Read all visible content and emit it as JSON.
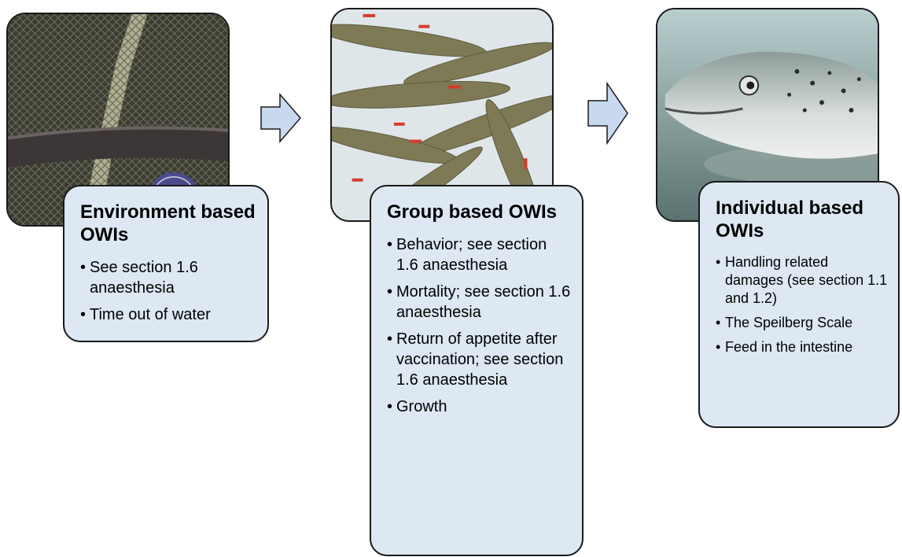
{
  "stages": [
    {
      "id": "environment",
      "title": "Environment based OWIs",
      "items": [
        "See section 1.6 anaesthesia",
        "Time out of water"
      ]
    },
    {
      "id": "group",
      "title": "Group based OWIs",
      "items": [
        "Behavior; see section 1.6 anaesthesia",
        "Mortality; see section 1.6 anaesthesia",
        "Return of appetite after vaccination; see section 1.6 anaesthesia",
        " Growth"
      ]
    },
    {
      "id": "individual",
      "title": "Individual based OWIs",
      "items": [
        "Handling related damages (see section 1.1 and 1.2)",
        "The Speilberg Scale",
        "Feed in the intestine"
      ]
    }
  ],
  "images": [
    {
      "depicts": "net-pen-photo"
    },
    {
      "depicts": "group-of-fish-photo"
    },
    {
      "depicts": "salmon-head-photo"
    }
  ],
  "colors": {
    "card_fill": "#dde8f3",
    "arrow_fill": "#c8d8ee",
    "outline": "#1a1a1a"
  }
}
